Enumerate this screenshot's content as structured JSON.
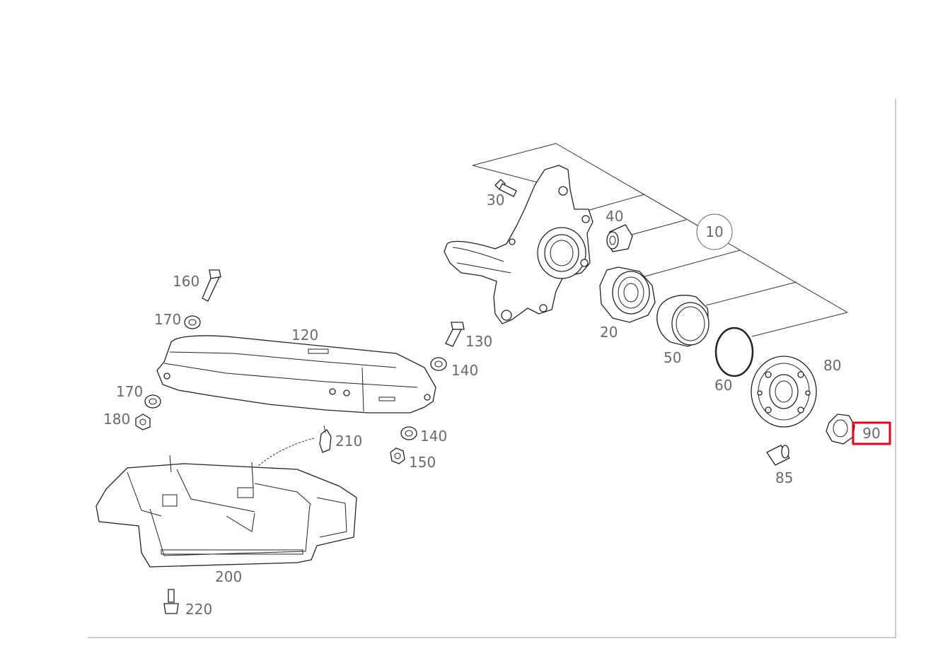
{
  "labels": {
    "p10": "10",
    "p20": "20",
    "p30": "30",
    "p40": "40",
    "p50": "50",
    "p60": "60",
    "p80": "80",
    "p85": "85",
    "p90": "90",
    "p120": "120",
    "p130": "130",
    "p140a": "140",
    "p140b": "140",
    "p150": "150",
    "p160": "160",
    "p170a": "170",
    "p170b": "170",
    "p180": "180",
    "p200": "200",
    "p210": "210",
    "p220": "220"
  },
  "highlight_color": "#e8001c"
}
